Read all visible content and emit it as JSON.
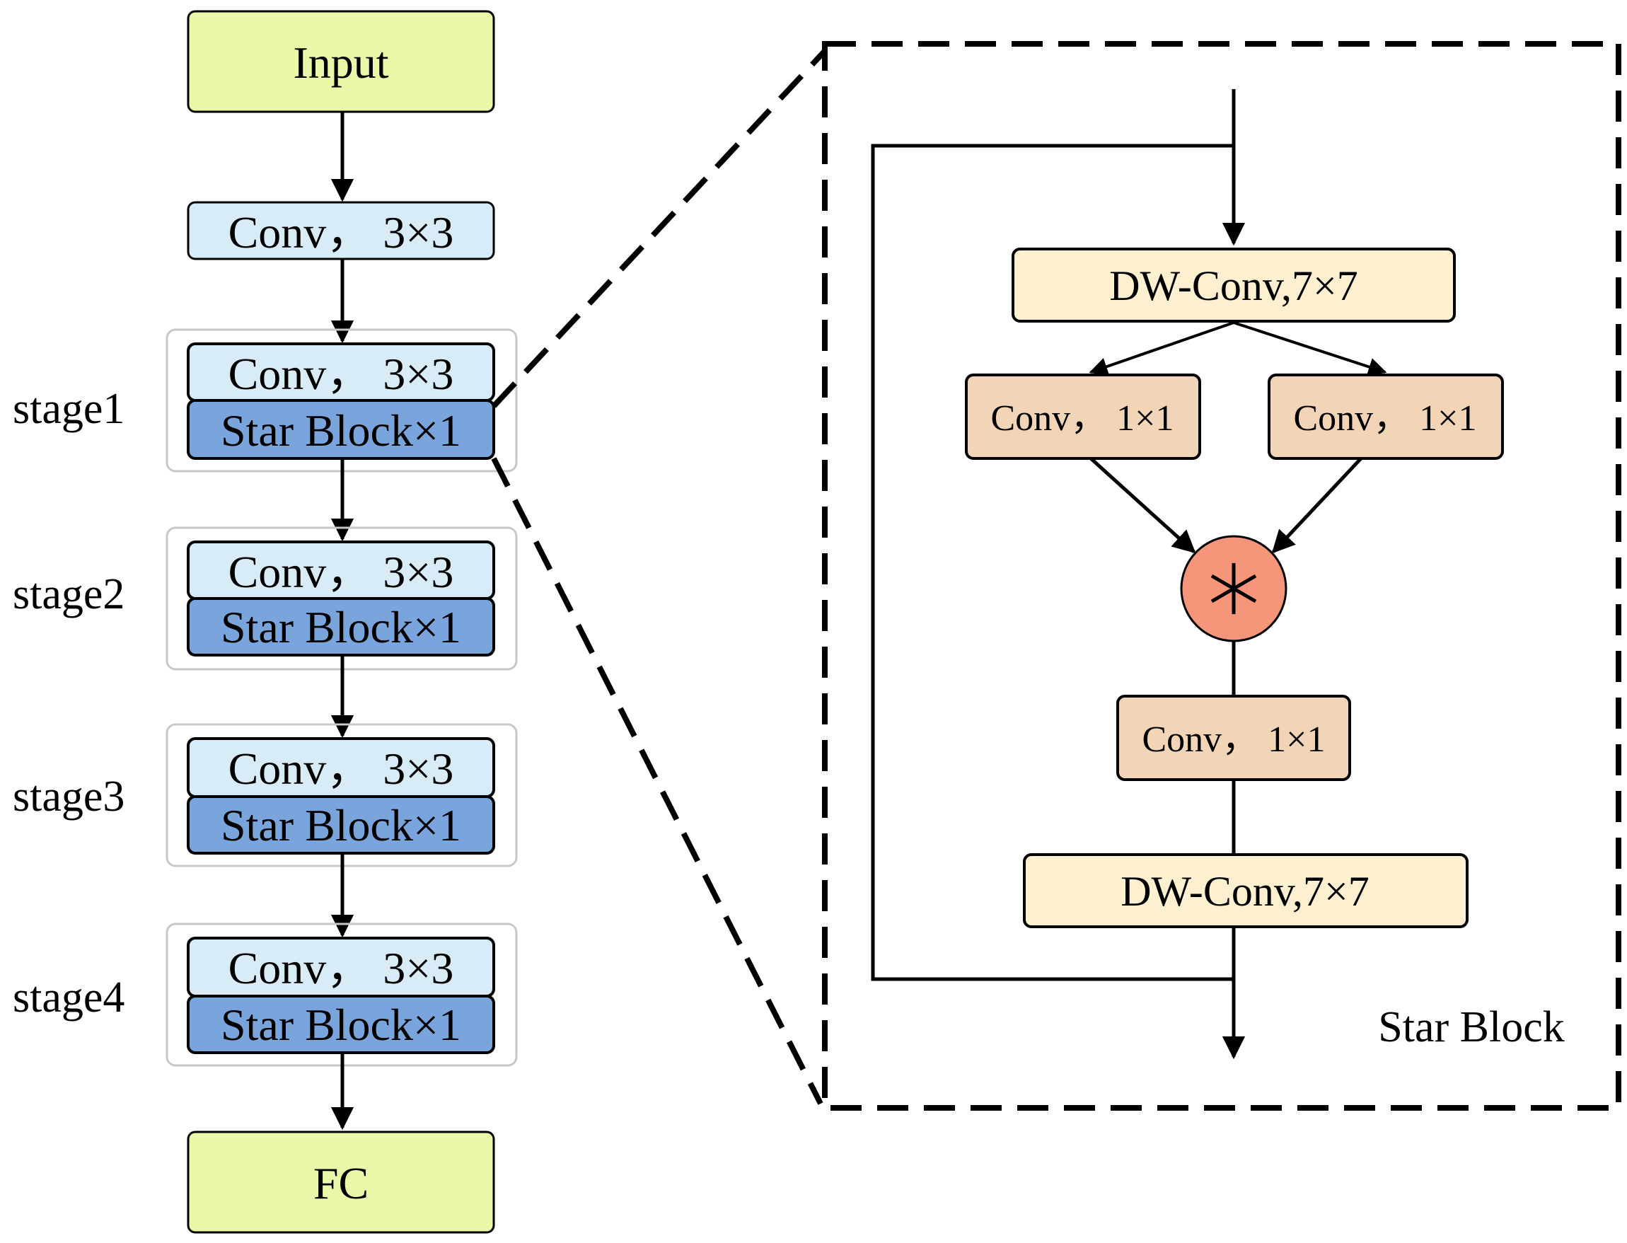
{
  "colors": {
    "io_box": "#e8f8a8",
    "conv_light": "#d8ecf8",
    "star_block": "#7aa4dc",
    "dw_conv": "#fdf0d0",
    "conv_1x1": "#f2d4b6",
    "star_op": "#f5957a",
    "stage_frame": "#c8c8c8",
    "stroke": "#000000"
  },
  "backbone": {
    "input_label": "Input",
    "stem_label": "Conv，  3×3",
    "output_label": "FC",
    "stages": [
      {
        "name": "stage1",
        "conv_label": "Conv，  3×3",
        "block_label": "Star Block×1"
      },
      {
        "name": "stage2",
        "conv_label": "Conv，  3×3",
        "block_label": "Star Block×1"
      },
      {
        "name": "stage3",
        "conv_label": "Conv，  3×3",
        "block_label": "Star Block×1"
      },
      {
        "name": "stage4",
        "conv_label": "Conv，  3×3",
        "block_label": "Star Block×1"
      }
    ]
  },
  "star_block": {
    "title": "Star Block",
    "dw_conv_top": "DW-Conv,7×7",
    "conv_left": "Conv，  1×1",
    "conv_right": "Conv，  1×1",
    "star_operator_icon": "asterisk-icon",
    "conv_bottom": "Conv，  1×1",
    "dw_conv_bottom": "DW-Conv,7×7"
  }
}
